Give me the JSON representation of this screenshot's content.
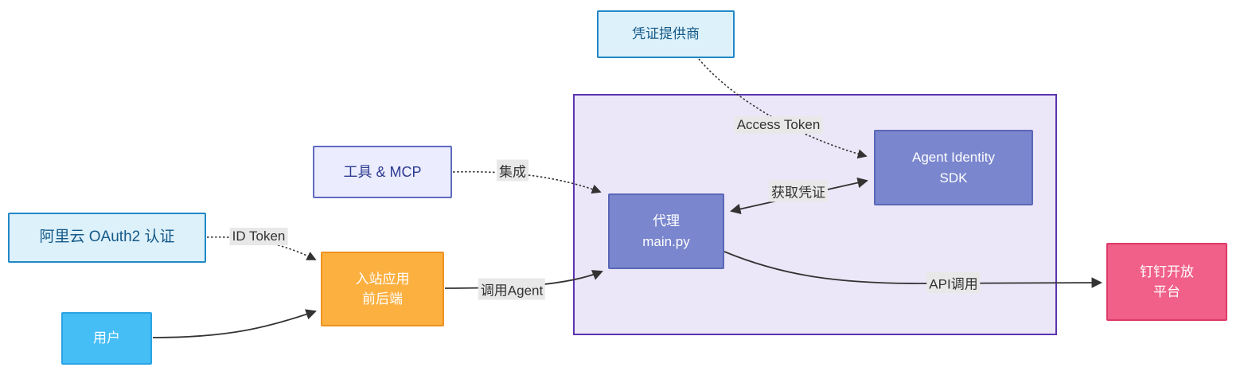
{
  "diagram_type": "flowchart",
  "nodes": {
    "credential_provider": {
      "label": "凭证提供商"
    },
    "tools_mcp": {
      "label": "工具 & MCP"
    },
    "aliyun_oauth": {
      "label": "阿里云 OAuth2 认证"
    },
    "user": {
      "label": "用户"
    },
    "inbound_app": {
      "line1": "入站应用",
      "line2": "前后端"
    },
    "agent_main": {
      "line1": "代理",
      "line2": "main.py"
    },
    "agent_sdk": {
      "line1": "Agent Identity",
      "line2": "SDK"
    },
    "dingtalk": {
      "line1": "钉钉开放",
      "line2": "平台"
    }
  },
  "edges": [
    {
      "from": "凭证提供商",
      "to": "Agent Identity SDK",
      "label": "Access Token",
      "style": "dotted"
    },
    {
      "from": "工具 & MCP",
      "to": "代理 main.py",
      "label": "集成",
      "style": "dotted"
    },
    {
      "from": "阿里云 OAuth2 认证",
      "to": "入站应用 前后端",
      "label": "ID Token",
      "style": "dotted"
    },
    {
      "from": "用户",
      "to": "入站应用 前后端",
      "label": "",
      "style": "solid"
    },
    {
      "from": "入站应用 前后端",
      "to": "代理 main.py",
      "label": "调用Agent",
      "style": "solid"
    },
    {
      "from": "代理 main.py",
      "to": "Agent Identity SDK",
      "label": "获取凭证",
      "style": "solid",
      "bidirectional": true
    },
    {
      "from": "代理 main.py",
      "to": "钉钉开放平台",
      "label": "API调用",
      "style": "solid"
    }
  ],
  "colors": {
    "background": "#ffffff",
    "subgraph_fill": "#ece7f8",
    "subgraph_border": "#5b34b1",
    "lightblue_fill": "#ddf1fb",
    "lightblue_border": "#2188c6",
    "lightblue_text": "#155987",
    "lavender_fill": "#ececff",
    "lavender_border": "#5c6bc0",
    "skyblue_fill": "#45bdf5",
    "orange_fill": "#fbb040",
    "orange_border": "#ef9222",
    "purple_fill": "#7a86cd",
    "purple_border": "#5a67b8",
    "pink_fill": "#f06088",
    "pink_border": "#dd3a68",
    "edge_line": "#333333",
    "edge_label_bg": "#e8e8e8"
  }
}
